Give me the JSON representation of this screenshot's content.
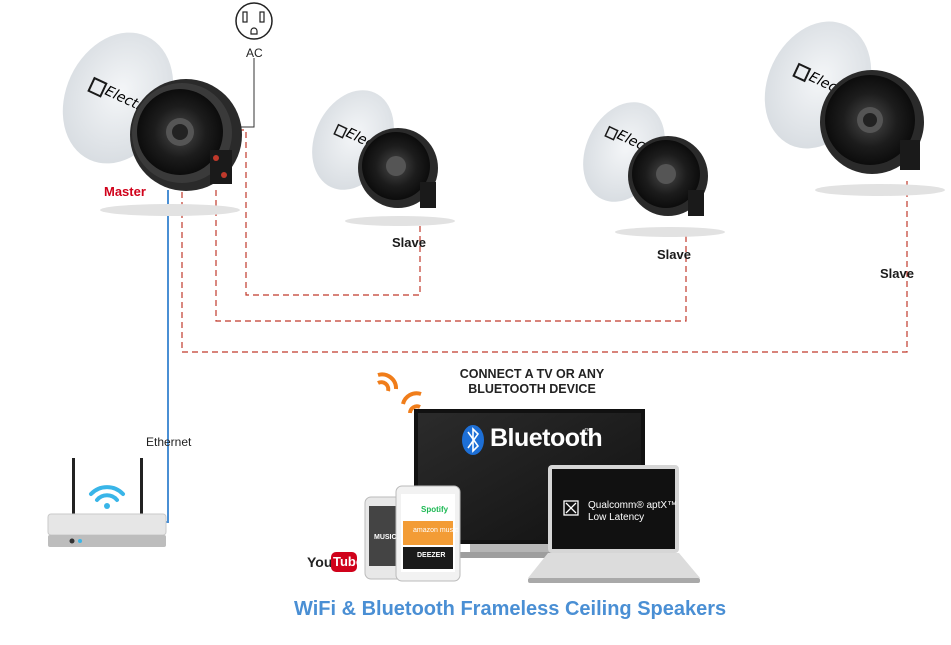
{
  "labels": {
    "master": "Master",
    "slave": "Slave",
    "ac": "AC",
    "ethernet": "Ethernet"
  },
  "brand": "Electron",
  "bluetooth": {
    "heading": "CONNECT A TV OR ANY BLUETOOTH DEVICE",
    "word": "Bluetooth",
    "tm": "™"
  },
  "qualcomm": {
    "line1": "Qualcomm® aptX™",
    "line2": "Low Latency"
  },
  "apps": {
    "music": "MUSIC",
    "spotify": "Spotify",
    "amazon": "amazon music",
    "deezer": "DEEZER",
    "youtube_you": "You",
    "youtube_tube": "Tube"
  },
  "title": "WiFi & Bluetooth Frameless Ceiling Speakers",
  "colors": {
    "master_text": "#d0021b",
    "slave_link": "#c0392b",
    "ethernet": "#4a8fd4",
    "title": "#4a8fd4",
    "wifi": "#39b5e8",
    "signal": "#f07d1a"
  }
}
